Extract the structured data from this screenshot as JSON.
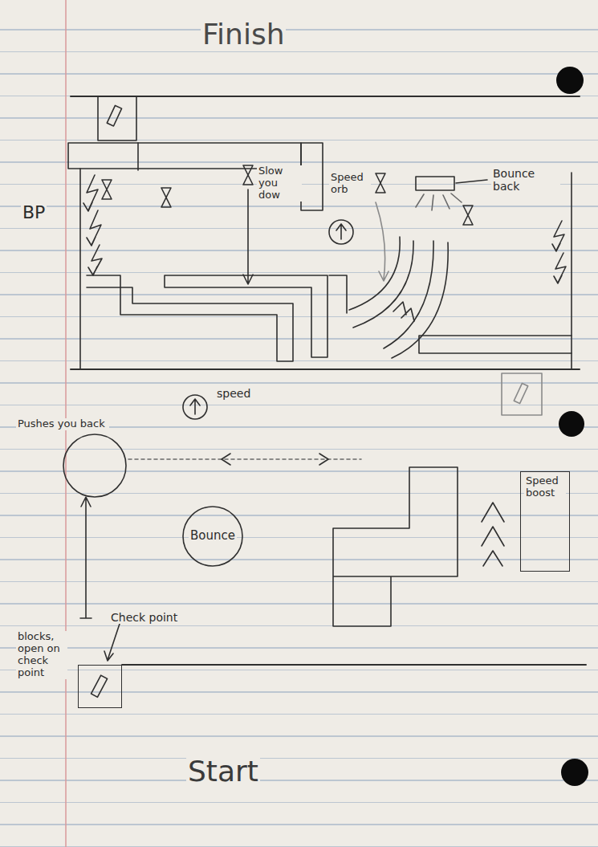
{
  "diagram": {
    "nodes": [
      {
        "text": [
          "Pushes you back"
        ]
      },
      {
        "text": [
          "Speed boost"
        ]
      },
      {
        "text": [
          "Bounce"
        ]
      },
      {
        "text": [
          "Check point"
        ]
      }
    ],
    "labels": [
      "Finish",
      "BP",
      "Slow you dow",
      "Speed orb",
      "Bounce back",
      "speed",
      "blocks, open on check point",
      "Start"
    ]
  }
}
